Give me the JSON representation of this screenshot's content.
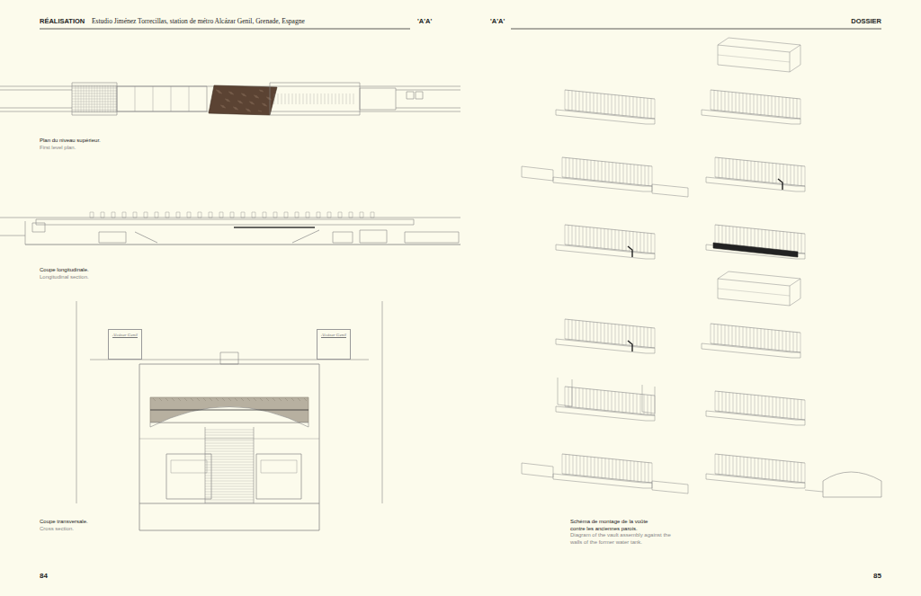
{
  "diagram": {
    "nodes": [
      {
        "text": [
          "Alcázar Genil"
        ]
      },
      {
        "text": [
          "Alcázar Genil"
        ]
      }
    ],
    "labels": [
      "RÉALISATION",
      "Estudio Jiménez Torrecillas, station de métro Alcázar Genil, Grenade, Espagne",
      "'A'A'",
      "'A'A'",
      "DOSSIER",
      "Plan du niveau supérieur.",
      "First level plan.",
      "Coupe longitudinale.",
      "Longitudinal section.",
      "Coupe transversale.",
      "Cross section.",
      "Schéma de montage de la voûte contre les anciennes parois.",
      "Diagram of the vault assembly against the walls of the former water tank.",
      "84",
      "85"
    ]
  }
}
